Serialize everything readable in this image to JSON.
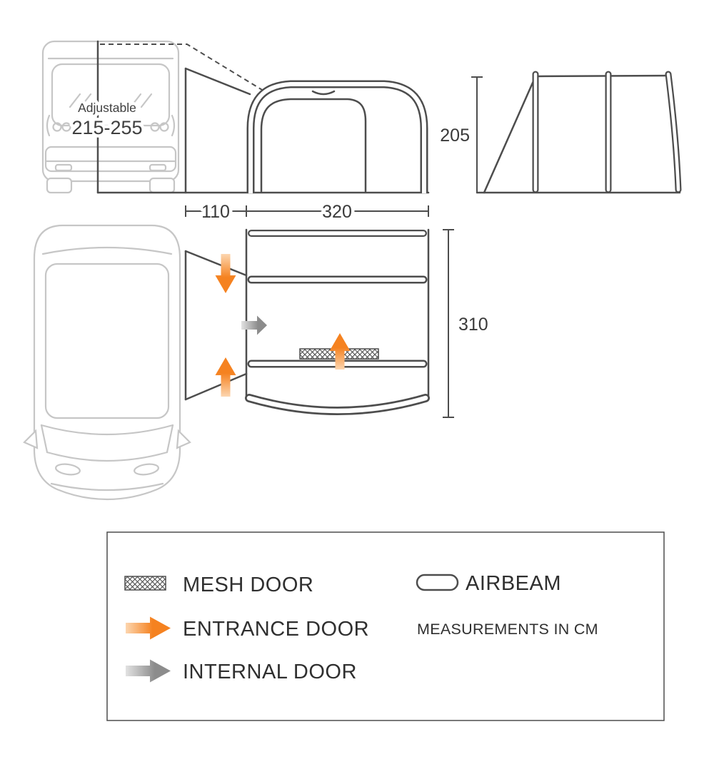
{
  "diagram": {
    "van_label_top": "Adjustable",
    "van_label_range": "215-255",
    "dim_height_cm": "205",
    "dim_tunnel_cm": "110",
    "dim_width_cm": "320",
    "dim_depth_cm": "310"
  },
  "legend": {
    "mesh_door": "MESH DOOR",
    "entrance_door": "ENTRANCE DOOR",
    "internal_door": "INTERNAL DOOR",
    "airbeam": "AIRBEAM",
    "note": "MEASUREMENTS IN CM"
  },
  "colors": {
    "accent_orange": "#f58220",
    "arrow_gray": "#8c8c8c",
    "diagram_line": "#4d4d4d",
    "van_line": "#c6c6c6"
  }
}
